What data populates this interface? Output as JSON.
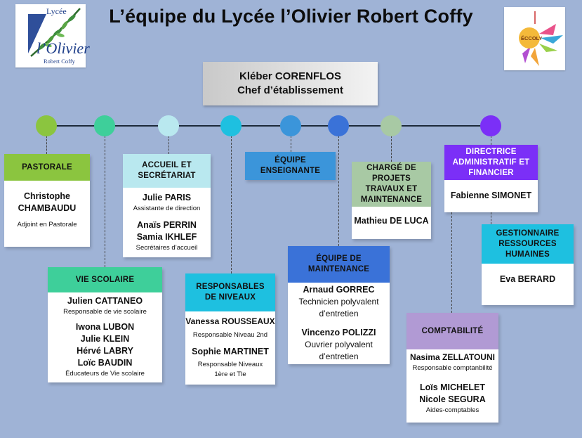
{
  "title": "L’équipe du Lycée l’Olivier Robert Coffy",
  "logo_left": {
    "line1": "Lycée",
    "line2": "l’Olivier",
    "line3": "Robert Coffy"
  },
  "logo_right": {
    "text": "ÉCCOLY"
  },
  "chef": {
    "name": "Kléber CORENFLOS",
    "role": "Chef d’établissement"
  },
  "colors": {
    "background": "#9fb3d6",
    "pastorale": "#8bc53f",
    "vie_scolaire": "#3ecf9a",
    "accueil": "#b9e8ef",
    "responsables": "#1ec0e0",
    "equipe_enseignante": "#3b95da",
    "maintenance": "#3a72d8",
    "projets": "#a8c9a4",
    "direction": "#7b2ff7",
    "comptabilite": "#b19ad4"
  },
  "pastorale": {
    "header": "PASTORALE",
    "name": "Christophe CHAMBAUDU",
    "role": "Adjoint en Pastorale"
  },
  "vie_scolaire": {
    "header": "VIE SCOLAIRE",
    "lead_name": "Julien CATTANEO",
    "lead_role": "Responsable de vie scolaire",
    "names": [
      "Iwona LUBON",
      "Julie KLEIN",
      "Hérvé LABRY",
      "Loïc BAUDIN"
    ],
    "role": "Éducateurs de Vie scolaire"
  },
  "accueil": {
    "header_line1": "ACCUEIL ET",
    "header_line2": "SECRÉTARIAT",
    "name1": "Julie PARIS",
    "role1": "Assistante de direction",
    "names": [
      "Anaïs PERRIN",
      "Samia IKHLEF"
    ],
    "role2": "Secrétaires d’accueil"
  },
  "responsables": {
    "header_line1": "RESPONSABLES",
    "header_line2": "DE NIVEAUX",
    "name1": "Vanessa ROUSSEAUX",
    "role1": "Responsable Niveau 2nd",
    "name2": "Sophie MARTINET",
    "role2_line1": "Responsable Niveaux",
    "role2_line2": "1ère et Tle"
  },
  "equipe_enseignante": {
    "header_line1": "ÉQUIPE",
    "header_line2": "ENSEIGNANTE"
  },
  "maintenance": {
    "header_line1": "ÉQUIPE DE",
    "header_line2": "MAINTENANCE",
    "name1": "Arnaud GORREC",
    "role1_line1": "Technicien polyvalent",
    "role1_line2": "d’entretien",
    "name2": "Vincenzo POLIZZI",
    "role2_line1": "Ouvrier polyvalent",
    "role2_line2": "d’entretien"
  },
  "projets": {
    "header_lines": [
      "CHARGÉ DE",
      "PROJETS",
      "TRAVAUX ET",
      "MAINTENANCE"
    ],
    "name": "Mathieu DE LUCA"
  },
  "direction": {
    "header_lines": [
      "DIRECTRICE",
      "ADMINISTRATIF ET",
      "FINANCIER"
    ],
    "name": "Fabienne SIMONET"
  },
  "rh": {
    "header_lines": [
      "GESTIONNAIRE",
      "RESSOURCES",
      "HUMAINES"
    ],
    "name": "Eva BERARD"
  },
  "comptabilite": {
    "header": "COMPTABILITÉ",
    "name1": "Nasima ZELLATOUNI",
    "role1": "Responsable comptanbilité",
    "names": [
      "Loïs MICHELET",
      "Nicole SEGURA"
    ],
    "role2": "Aides-comptables"
  }
}
